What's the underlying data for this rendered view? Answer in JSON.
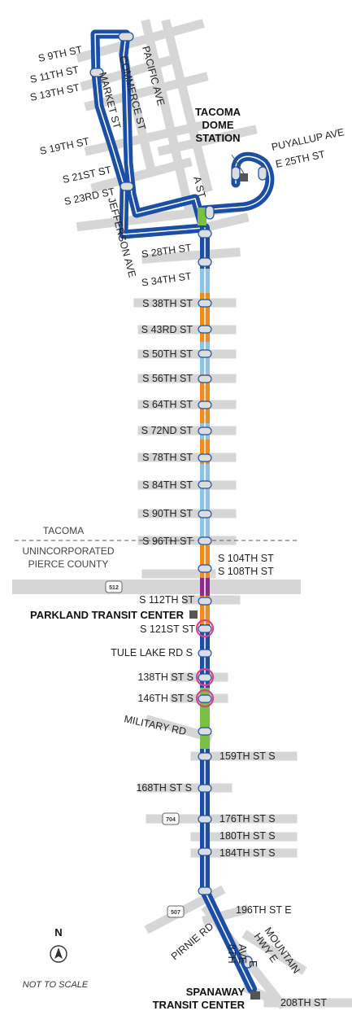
{
  "colors": {
    "route": "#1b4fa6",
    "street": "#d6d6d6",
    "light_blue": "#8fc3e6",
    "orange": "#f28b1e",
    "green": "#7ac143",
    "purple": "#8e2a8c",
    "pink": "#e0408a",
    "stop": "#dddddd",
    "station": "#555555"
  },
  "streets_top": {
    "s9": "S 9TH ST",
    "s11": "S 11TH ST",
    "s13": "S 13TH ST",
    "s19": "S 19TH ST",
    "s21": "S 21ST ST",
    "s23": "S 23RD ST",
    "pacific": "PACIFIC AVE",
    "commerce": "COMMERCE ST",
    "market": "MARKET ST",
    "jefferson": "JEFFERSON AVE",
    "a_st": "A ST",
    "puyallup": "PUYALLUP AVE",
    "e25": "E 25TH ST",
    "dome_1": "TACOMA",
    "dome_2": "DOME",
    "dome_3": "STATION"
  },
  "streets_main": {
    "s28": "S 28TH ST",
    "s34": "S 34TH ST",
    "s38": "S 38TH ST",
    "s43": "S 43RD ST",
    "s50": "S 50TH ST",
    "s56": "S 56TH ST",
    "s64": "S 64TH ST",
    "s72": "S 72ND ST",
    "s78": "S 78TH ST",
    "s84": "S 84TH ST",
    "s90": "S 90TH ST",
    "s96": "S 96TH ST",
    "s104": "S 104TH ST",
    "s108": "S 108TH ST",
    "s112": "S 112TH ST",
    "parkland": "PARKLAND TRANSIT CENTER",
    "s121": "S 121ST ST",
    "tule": "TULE LAKE RD S",
    "s138": "138TH ST S",
    "s146": "146TH ST S",
    "military": "MILITARY RD",
    "s159": "159TH ST S",
    "s168": "168TH ST S",
    "s176": "176TH ST S",
    "s180": "180TH ST S",
    "s184": "184TH ST S",
    "e196": "196TH ST E",
    "pirnie": "PIRNIE RD",
    "mountain_1": "MOUNTAIN",
    "mountain_2": "HWY E",
    "ave8_1": "8TH",
    "ave8_2": "AVE",
    "ave8_3": "E",
    "spanaway_1": "SPANAWAY",
    "spanaway_2": "TRANSIT CENTER",
    "s208": "208TH ST"
  },
  "areas": {
    "tacoma": "TACOMA",
    "unincorporated_1": "UNINCORPORATED",
    "unincorporated_2": "PIERCE COUNTY"
  },
  "shields": {
    "sr512": "512",
    "sr704": "704",
    "sr507": "507"
  },
  "legend": {
    "north": "N",
    "not_to_scale": "NOT TO SCALE"
  }
}
